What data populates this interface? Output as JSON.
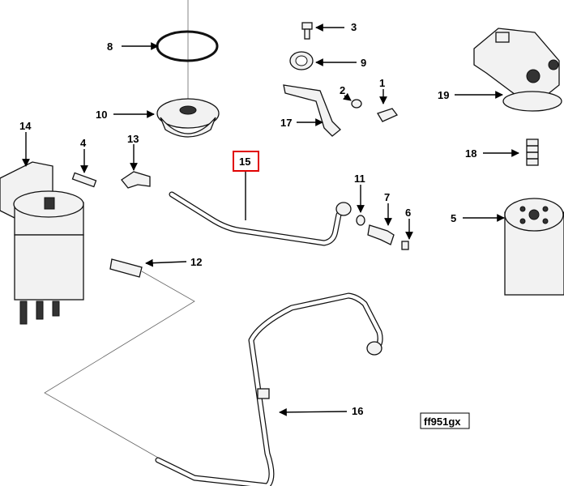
{
  "diagram": {
    "drawing_code": "ff951gx",
    "highlighted_callout": "15",
    "highlight_color": "#e00000",
    "callouts": {
      "c1": "1",
      "c2": "2",
      "c3": "3",
      "c4": "4",
      "c5": "5",
      "c6": "6",
      "c7": "7",
      "c8": "8",
      "c9": "9",
      "c10": "10",
      "c11": "11",
      "c12": "12",
      "c13": "13",
      "c14": "14",
      "c15": "15",
      "c16": "16",
      "c17": "17",
      "c18": "18",
      "c19": "19"
    }
  }
}
